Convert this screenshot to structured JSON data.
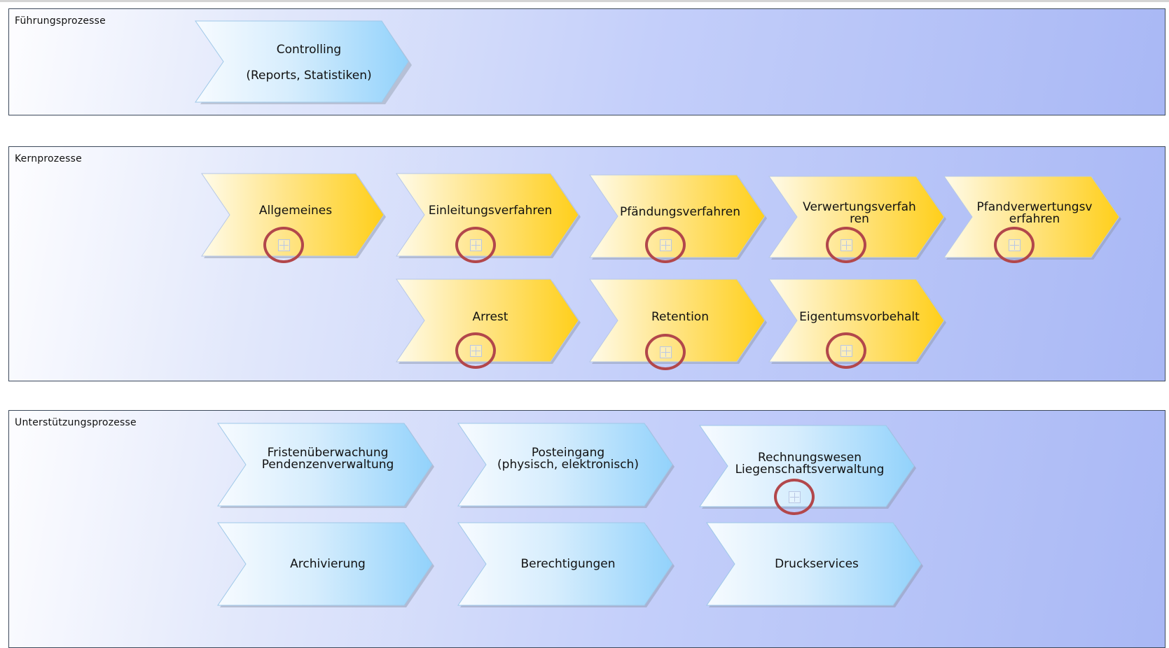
{
  "lanes": {
    "fuehrung": {
      "label": "Führungsprozesse",
      "controlling": {
        "line1": "Controlling",
        "line2": "(Reports, Statistiken)"
      }
    },
    "kern": {
      "label": "Kernprozesse",
      "items": [
        {
          "lines": [
            "Allgemeines"
          ]
        },
        {
          "lines": [
            "Einleitungsverfahren"
          ]
        },
        {
          "lines": [
            "Pfändungsverfahren"
          ]
        },
        {
          "lines": [
            "Verwertungsverfah",
            "ren"
          ]
        },
        {
          "lines": [
            "Pfandverwertungsv",
            "erfahren"
          ]
        },
        {
          "lines": [
            "Arrest"
          ]
        },
        {
          "lines": [
            "Retention"
          ]
        },
        {
          "lines": [
            "Eigentumsvorbehalt"
          ]
        }
      ]
    },
    "unterstuetzung": {
      "label": "Unterstützungsprozesse",
      "items": [
        {
          "lines": [
            "Fristenüberwachung",
            "Pendenzenverwaltung"
          ]
        },
        {
          "lines": [
            "Posteingang",
            "(physisch, elektronisch)"
          ]
        },
        {
          "lines": [
            "Rechnungswesen",
            "Liegenschaftsverwaltung"
          ]
        },
        {
          "lines": [
            "Archivierung"
          ]
        },
        {
          "lines": [
            "Berechtigungen"
          ]
        },
        {
          "lines": [
            "Druckservices"
          ]
        }
      ]
    }
  },
  "colors": {
    "core_gradient": [
      "#fffbe9",
      "#ffcf1a"
    ],
    "support_gradient": [
      "#f7fbff",
      "#92d2fb"
    ],
    "highlight": "#b2474b"
  }
}
